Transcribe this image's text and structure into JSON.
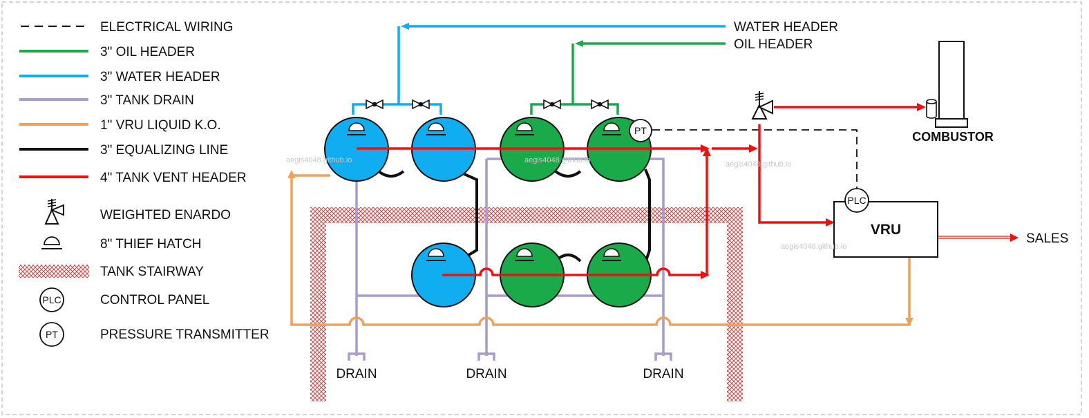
{
  "legend": {
    "items": [
      {
        "key": "electrical",
        "label": "ELECTRICAL WIRING"
      },
      {
        "key": "oil",
        "label": "3\" OIL HEADER"
      },
      {
        "key": "water",
        "label": "3\" WATER HEADER"
      },
      {
        "key": "drain",
        "label": "3\" TANK DRAIN"
      },
      {
        "key": "vru_liquid",
        "label": "1\" VRU LIQUID K.O."
      },
      {
        "key": "equalizing",
        "label": "3\" EQUALIZING LINE"
      },
      {
        "key": "vent",
        "label": "4\" TANK VENT HEADER"
      },
      {
        "key": "enardo",
        "label": "WEIGHTED ENARDO"
      },
      {
        "key": "thief_hatch",
        "label": "8\" THIEF HATCH"
      },
      {
        "key": "stairway",
        "label": "TANK STAIRWAY"
      },
      {
        "key": "plc",
        "label": "CONTROL PANEL"
      },
      {
        "key": "pt",
        "label": "PRESSURE TRANSMITTER"
      }
    ]
  },
  "symbols": {
    "plc": "PLC",
    "pt": "PT"
  },
  "labels": {
    "water_header": "WATER HEADER",
    "oil_header": "OIL HEADER",
    "combustor": "COMBUSTOR",
    "vru": "VRU",
    "sales": "SALES",
    "drain": "DRAIN"
  },
  "watermark": "aegis4048.github.io",
  "colors": {
    "oil": "#1aaa4a",
    "water": "#10aef0",
    "drain": "#a99bcc",
    "vru_liquid": "#f0a05a",
    "equalizing": "#111111",
    "vent": "#f01010",
    "stair": "#c0504d"
  }
}
